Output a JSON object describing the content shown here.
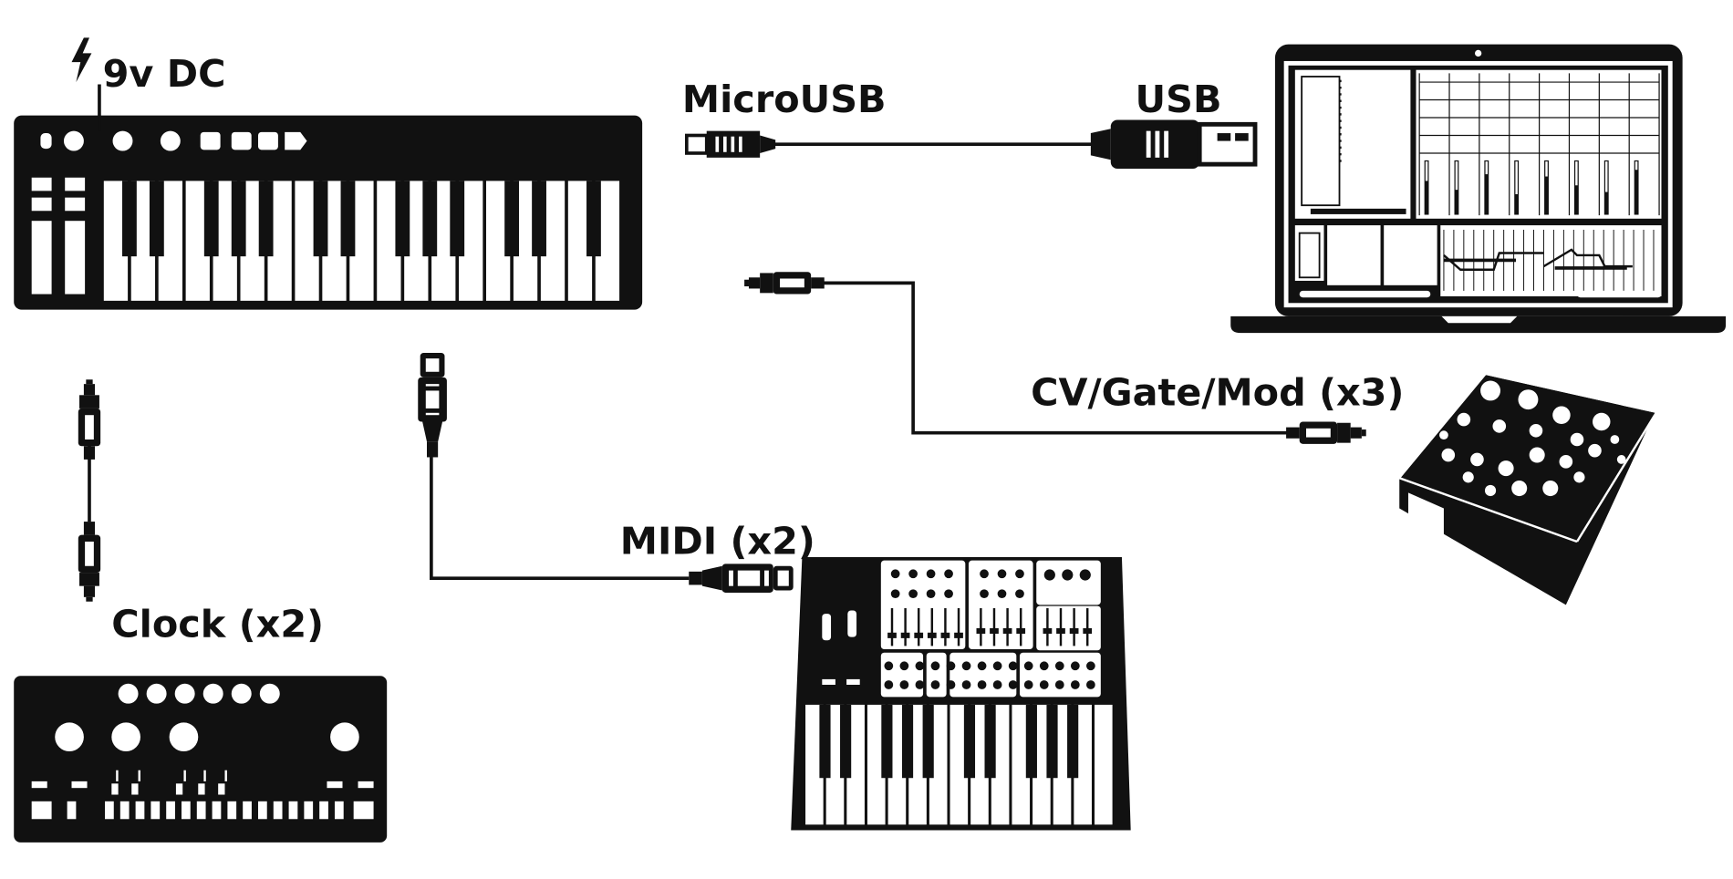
{
  "labels": {
    "power": "9v DC",
    "micro_usb": "MicroUSB",
    "usb": "USB",
    "cv_gate": "CV/Gate/Mod (x3)",
    "midi": "MIDI (x2)",
    "clock": "Clock (x2)"
  },
  "colors": {
    "ink": "#111111",
    "paper": "#ffffff"
  },
  "icons": [
    "bolt-icon",
    "trs-jack-icon",
    "usb-plug-icon",
    "microusb-plug-icon",
    "midi-plug-icon"
  ]
}
